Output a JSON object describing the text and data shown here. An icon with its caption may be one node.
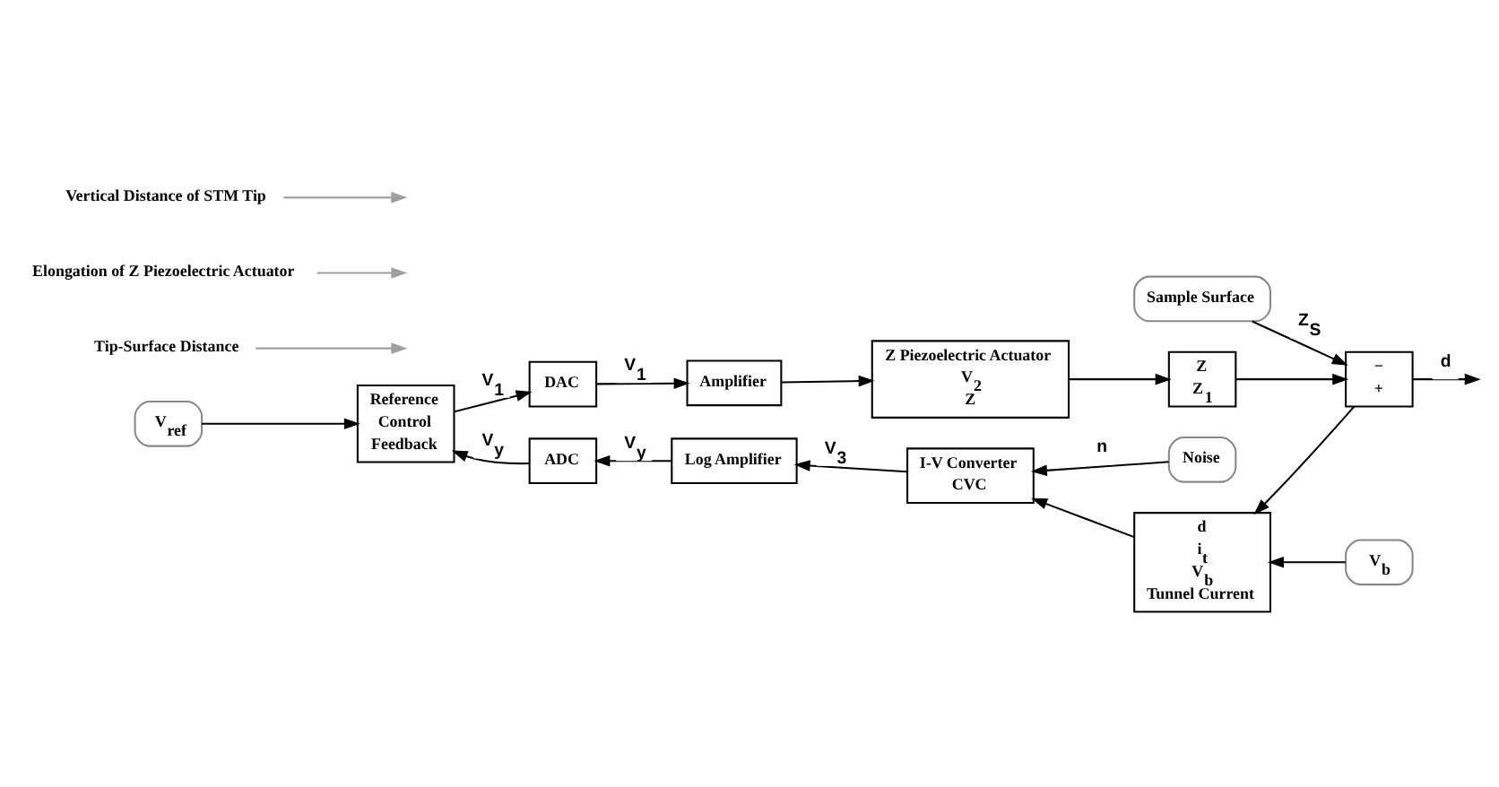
{
  "diagram": {
    "nodes": [
      {
        "text": [
          "V$_{ref}$"
        ]
      },
      {
        "text": [
          "Reference",
          "Control",
          "Feedback"
        ]
      },
      {
        "text": [
          "DAC"
        ]
      },
      {
        "text": [
          "Amplifier"
        ]
      },
      {
        "text": [
          "Z Piezoelectric Actuator",
          "V$_{2}$",
          "Z"
        ]
      },
      {
        "text": [
          "Z",
          "Z$_{1}$"
        ]
      },
      {
        "text": [
          "−",
          "+"
        ]
      },
      {
        "text": [
          "Sample Surface"
        ]
      },
      {
        "text": [
          "d",
          "i$_{t}$",
          "V$_{b}$",
          "Tunnel Current"
        ]
      },
      {
        "text": [
          "V$_{b}$"
        ]
      },
      {
        "text": [
          "I-V Converter",
          "CVC"
        ]
      },
      {
        "text": [
          "Noise"
        ]
      },
      {
        "text": [
          "Log Amplifier"
        ]
      },
      {
        "text": [
          "ADC"
        ]
      },
      {
        "text": [
          "Tip-Surface Distance"
        ]
      },
      {
        "text": [
          "Elongation of Z Piezoelectric Actuator"
        ]
      },
      {
        "text": [
          "Vertical Distance of STM Tip"
        ]
      }
    ],
    "edges": [
      {
        "from": 0,
        "to": 1,
        "arrow": "to"
      },
      {
        "from": 13,
        "to": 1,
        "arrow": "to",
        "label": "V$_{y}$"
      },
      {
        "from": 1,
        "to": 2,
        "arrow": "to",
        "label": "V$_{1}$"
      },
      {
        "from": 2,
        "to": 3,
        "arrow": "to",
        "label": "V$_{1}$"
      },
      {
        "from": 3,
        "to": 4,
        "arrow": "to"
      },
      {
        "from": 4,
        "to": 5,
        "arrow": "to"
      },
      {
        "from": 5,
        "to": 6,
        "arrow": "to"
      },
      {
        "from": 7,
        "to": 6,
        "arrow": "to",
        "label": "Z$_{S}$"
      },
      {
        "from": 6,
        "to": null,
        "arrow": "to",
        "label": "d"
      },
      {
        "from": 6,
        "to": 8,
        "arrow": "to"
      },
      {
        "from": 9,
        "to": 8,
        "arrow": "to"
      },
      {
        "from": 8,
        "to": 10,
        "arrow": "to"
      },
      {
        "from": 11,
        "to": 10,
        "arrow": "to",
        "label": "n"
      },
      {
        "from": 10,
        "to": 12,
        "arrow": "to",
        "label": "V$_{3}$"
      },
      {
        "from": 12,
        "to": 13,
        "arrow": "to",
        "label": "V$_{y}$"
      },
      {
        "from": 14,
        "to": null,
        "arrow": "to",
        "color": "#a0a0a0"
      },
      {
        "from": 15,
        "to": null,
        "arrow": "to",
        "color": "#a0a0a0"
      },
      {
        "from": 16,
        "to": null,
        "arrow": "to",
        "color": "#a0a0a0"
      }
    ]
  }
}
